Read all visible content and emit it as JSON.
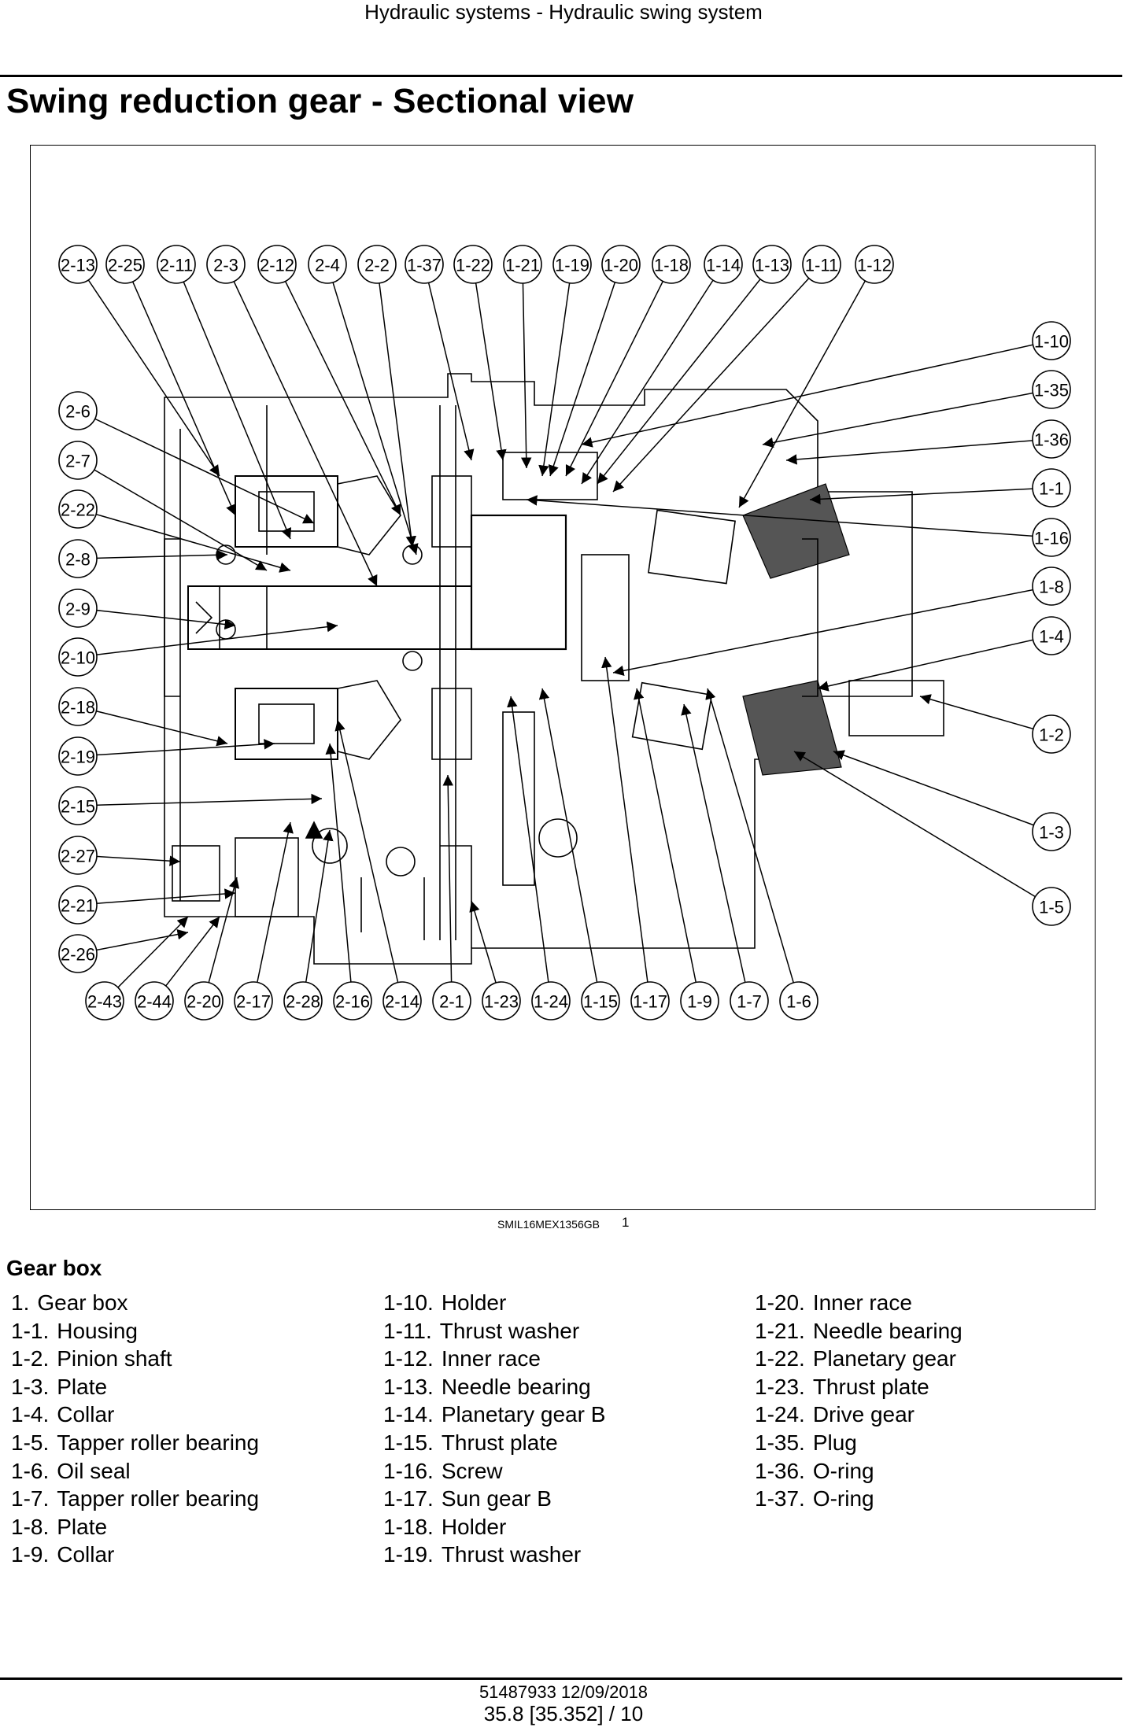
{
  "header": {
    "running_head": "Hydraulic systems - Hydraulic swing system"
  },
  "title": "Swing reduction gear - Sectional view",
  "figure": {
    "id": "SMIL16MEX1356GB",
    "number": "1",
    "callouts_top": [
      "2-13",
      "2-25",
      "2-11",
      "2-3",
      "2-12",
      "2-4",
      "2-2",
      "1-37",
      "1-22",
      "1-21",
      "1-19",
      "1-20",
      "1-18",
      "1-14",
      "1-13",
      "1-11",
      "1-12"
    ],
    "callouts_left": [
      "2-6",
      "2-7",
      "2-22",
      "2-8",
      "2-9",
      "2-10",
      "2-18",
      "2-19",
      "2-15",
      "2-27",
      "2-21",
      "2-26"
    ],
    "callouts_right": [
      "1-10",
      "1-35",
      "1-36",
      "1-1",
      "1-16",
      "1-8",
      "1-4",
      "1-2",
      "1-3",
      "1-5"
    ],
    "callouts_bottom": [
      "2-43",
      "2-44",
      "2-20",
      "2-17",
      "2-28",
      "2-16",
      "2-14",
      "2-1",
      "1-23",
      "1-24",
      "1-15",
      "1-17",
      "1-9",
      "1-7",
      "1-6"
    ]
  },
  "legend": {
    "heading": "Gear box",
    "columns": [
      [
        {
          "num": "1.",
          "label": "Gear box"
        },
        {
          "num": "1-1.",
          "label": "Housing"
        },
        {
          "num": "1-2.",
          "label": "Pinion shaft"
        },
        {
          "num": "1-3.",
          "label": "Plate"
        },
        {
          "num": "1-4.",
          "label": "Collar"
        },
        {
          "num": "1-5.",
          "label": "Tapper roller bearing"
        },
        {
          "num": "1-6.",
          "label": "Oil seal"
        },
        {
          "num": "1-7.",
          "label": "Tapper roller bearing"
        },
        {
          "num": "1-8.",
          "label": "Plate"
        },
        {
          "num": "1-9.",
          "label": "Collar"
        }
      ],
      [
        {
          "num": "1-10.",
          "label": "Holder"
        },
        {
          "num": "1-11.",
          "label": "Thrust washer"
        },
        {
          "num": "1-12.",
          "label": "Inner race"
        },
        {
          "num": "1-13.",
          "label": "Needle bearing"
        },
        {
          "num": "1-14.",
          "label": "Planetary gear B"
        },
        {
          "num": "1-15.",
          "label": "Thrust plate"
        },
        {
          "num": "1-16.",
          "label": "Screw"
        },
        {
          "num": "1-17.",
          "label": "Sun gear B"
        },
        {
          "num": "1-18.",
          "label": "Holder"
        },
        {
          "num": "1-19.",
          "label": "Thrust washer"
        }
      ],
      [
        {
          "num": "1-20.",
          "label": "Inner race"
        },
        {
          "num": "1-21.",
          "label": "Needle bearing"
        },
        {
          "num": "1-22.",
          "label": "Planetary gear"
        },
        {
          "num": "1-23.",
          "label": "Thrust plate"
        },
        {
          "num": "1-24.",
          "label": "Drive gear"
        },
        {
          "num": "1-35.",
          "label": "Plug"
        },
        {
          "num": "1-36.",
          "label": "O-ring"
        },
        {
          "num": "1-37.",
          "label": "O-ring"
        }
      ]
    ]
  },
  "footer": {
    "doc_line": "51487933 12/09/2018",
    "page_line": "35.8 [35.352] / 10"
  }
}
